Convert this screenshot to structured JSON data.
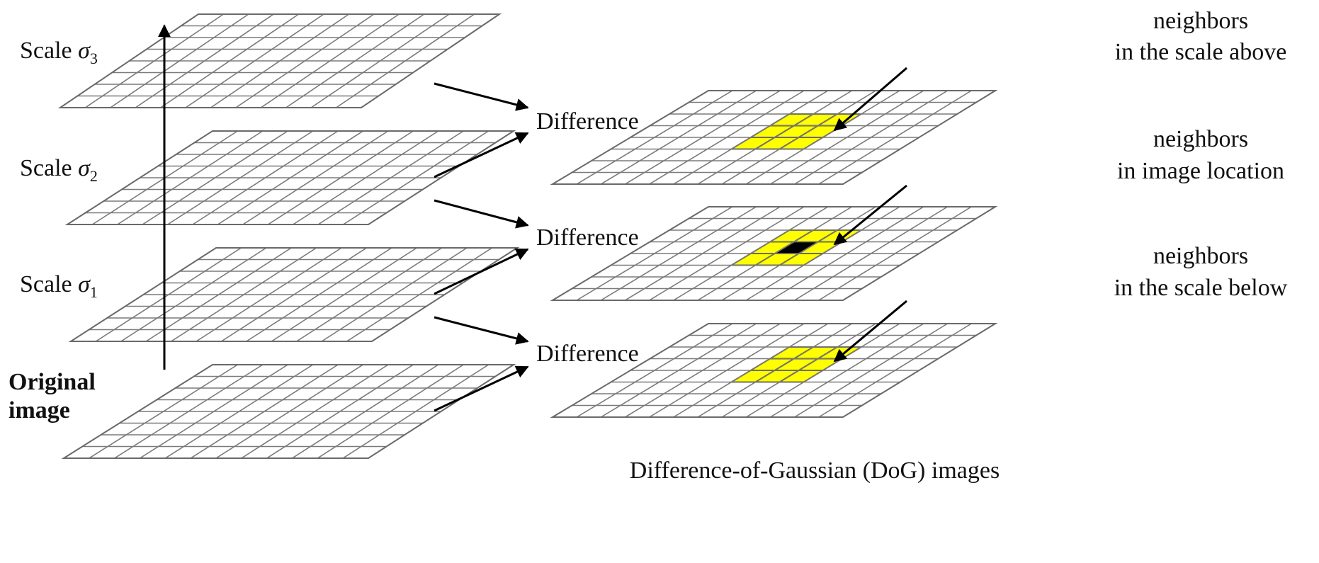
{
  "left_labels": {
    "scale3": "Scale σ3",
    "scale2": "Scale σ2",
    "scale1": "Scale σ1",
    "original_line1": "Original",
    "original_line2": "image"
  },
  "scale_symbols": {
    "prefix": "Scale ",
    "sigma": "σ",
    "sub3": "3",
    "sub2": "2",
    "sub1": "1"
  },
  "difference_label": "Difference",
  "right_labels": {
    "above_line1": "neighbors",
    "above_line2": "in the scale above",
    "location_line1": "neighbors",
    "location_line2": "in image location",
    "below_line1": "neighbors",
    "below_line2": "in the scale below"
  },
  "caption": "Difference-of-Gaussian (DoG) images",
  "colors": {
    "highlight": "#ffff00",
    "grid": "#7a7a7a",
    "center": "#000000"
  }
}
